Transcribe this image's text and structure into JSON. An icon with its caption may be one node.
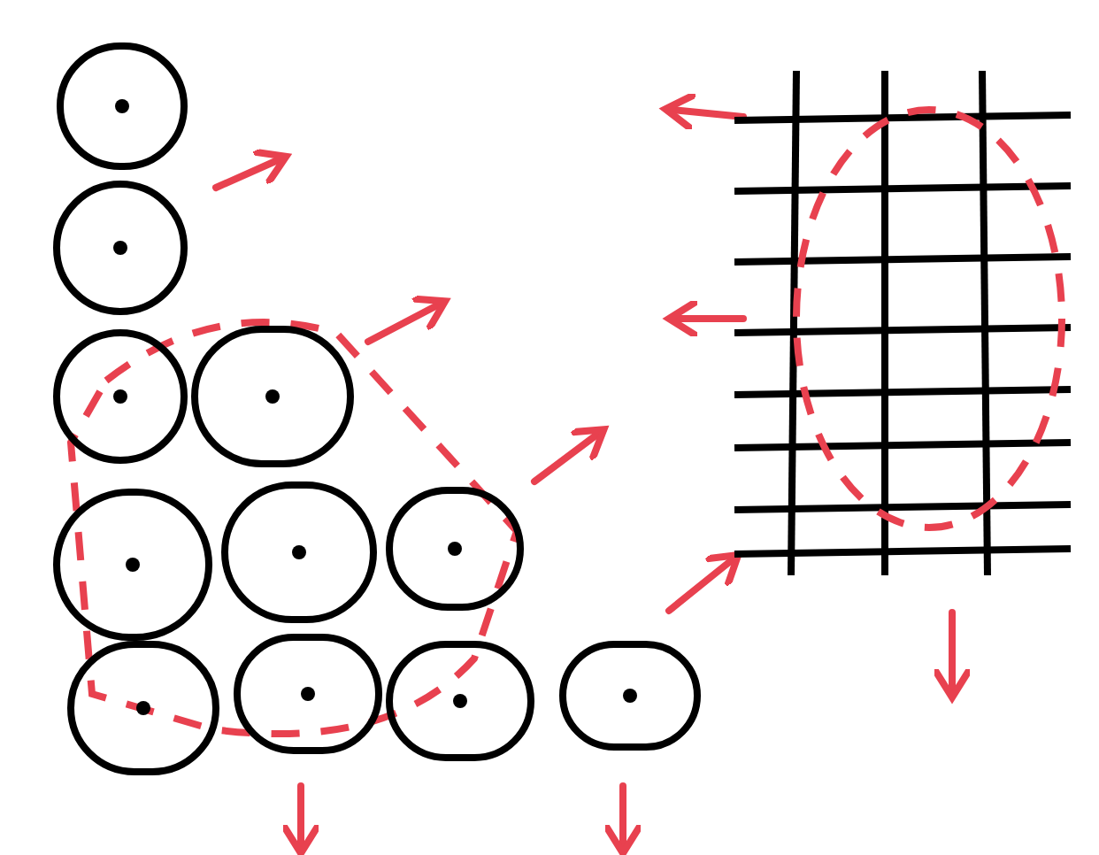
{
  "diagram": {
    "nodes": [
      {
        "text": [],
        "shape": "circle"
      },
      {
        "text": [],
        "shape": "circle"
      },
      {
        "text": [],
        "shape": "circle"
      },
      {
        "text": [],
        "shape": "circle"
      },
      {
        "text": [],
        "shape": "circle"
      },
      {
        "text": [],
        "shape": "circle"
      },
      {
        "text": [],
        "shape": "circle"
      },
      {
        "text": [],
        "shape": "circle"
      },
      {
        "text": [],
        "shape": "circle"
      },
      {
        "text": [],
        "shape": "circle"
      },
      {
        "text": [],
        "shape": "circle"
      },
      {
        "text": [],
        "shape": "grid"
      }
    ]
  }
}
